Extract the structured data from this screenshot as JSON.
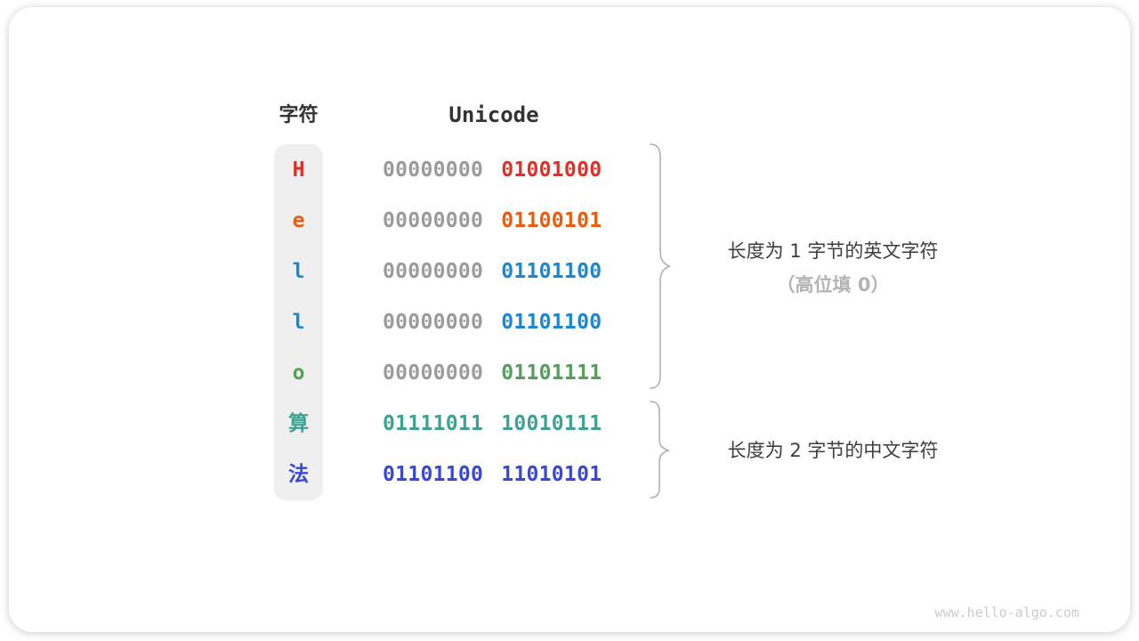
{
  "headers": {
    "char": "字符",
    "unicode": "Unicode"
  },
  "table": {
    "rows": [
      {
        "char": "H",
        "byte1": "00000000",
        "byte2": "01001000",
        "color": "#e02f26",
        "byte1_gray": true
      },
      {
        "char": "e",
        "byte1": "00000000",
        "byte2": "01100101",
        "color": "#ec5c0e",
        "byte1_gray": true
      },
      {
        "char": "l",
        "byte1": "00000000",
        "byte2": "01101100",
        "color": "#1c86d3",
        "byte1_gray": true
      },
      {
        "char": "l",
        "byte1": "00000000",
        "byte2": "01101100",
        "color": "#1c86d3",
        "byte1_gray": true
      },
      {
        "char": "o",
        "byte1": "00000000",
        "byte2": "01101111",
        "color": "#53a058",
        "byte1_gray": true
      },
      {
        "char": "算",
        "byte1": "01111011",
        "byte2": "10010111",
        "color": "#3da291",
        "byte1_gray": false
      },
      {
        "char": "法",
        "byte1": "01101100",
        "byte2": "11010101",
        "color": "#3847d7",
        "byte1_gray": false
      }
    ]
  },
  "annotations": {
    "group1_line1": "长度为 1 字节的英文字符",
    "group1_line2": "（高位填 0）",
    "group2_line1": "长度为 2 字节的中文字符"
  },
  "watermark": "www.hello-algo.com",
  "colors": {
    "gray_bits": "#9b9b9b",
    "heading": "#333333",
    "annotation_primary": "#3d3d3d",
    "annotation_secondary": "#b3b3b3",
    "brace": "#b0b0b0",
    "char_column_bg": "#efefef"
  }
}
